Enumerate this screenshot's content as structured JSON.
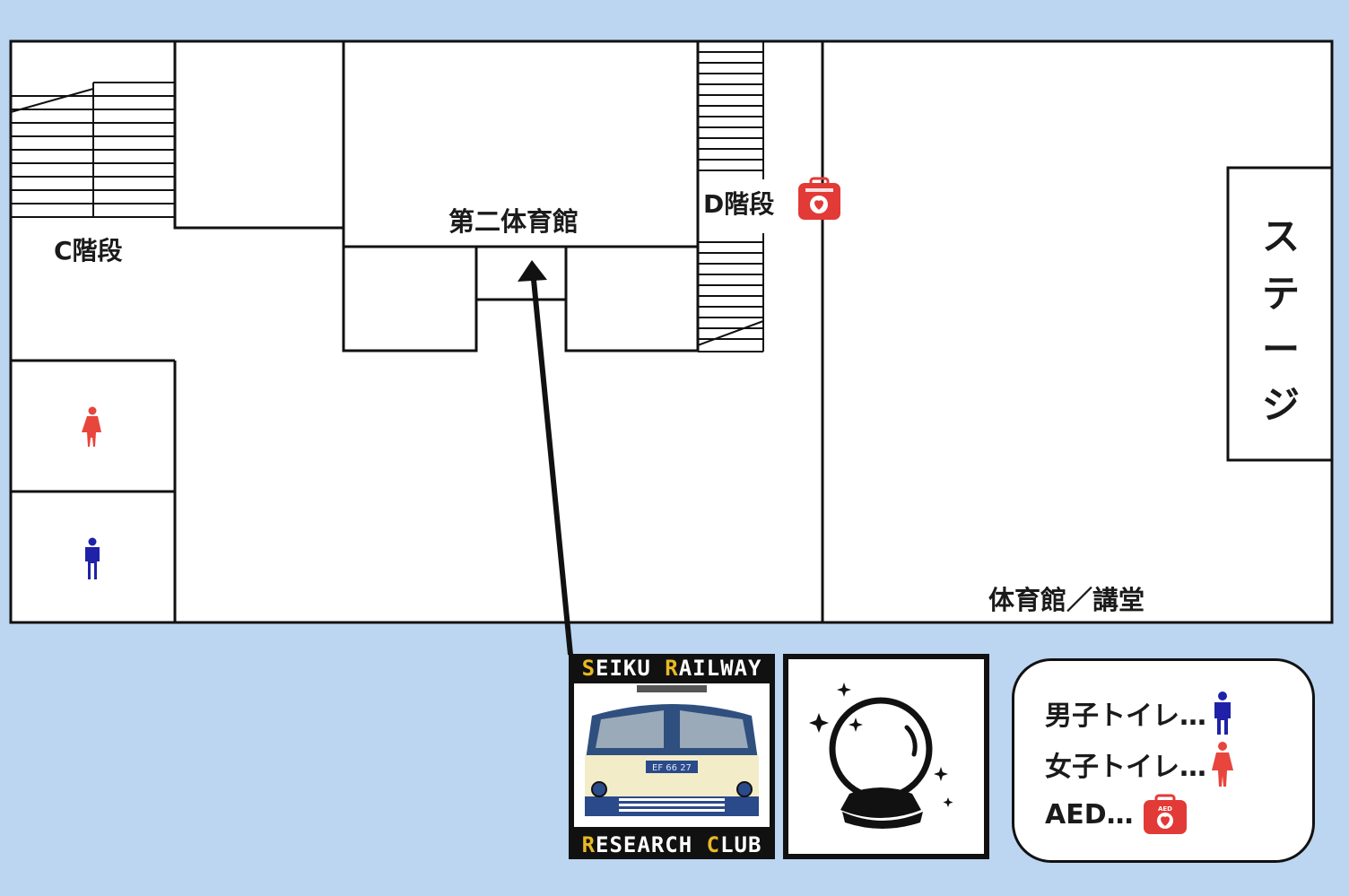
{
  "map": {
    "rooms": {
      "stair_c": "C階段",
      "gym2": "第二体育館",
      "stair_d": "D階段",
      "stage": [
        "ス",
        "テ",
        "ー",
        "ジ"
      ],
      "gym_hall": "体育館／講堂"
    },
    "icons": {
      "female": "female-toilet-icon",
      "male": "male-toilet-icon",
      "aed": "aed-icon",
      "aed_text": "AED"
    },
    "colors": {
      "background": "#bcd5f0",
      "female": "#e8453c",
      "male": "#1f22a8",
      "aed": "#e23a36"
    }
  },
  "logo": {
    "top_text": {
      "s": "S",
      "mid": "EIKU ",
      "r": "R",
      "end": "AILWAY"
    },
    "bottom_text": {
      "r": "R",
      "mid": "ESEARCH ",
      "c": "C",
      "end": "LUB"
    },
    "plate": "EF 66 27"
  },
  "legend": {
    "male_label": "男子トイレ…",
    "female_label": "女子トイレ…",
    "aed_label": "AED…"
  }
}
